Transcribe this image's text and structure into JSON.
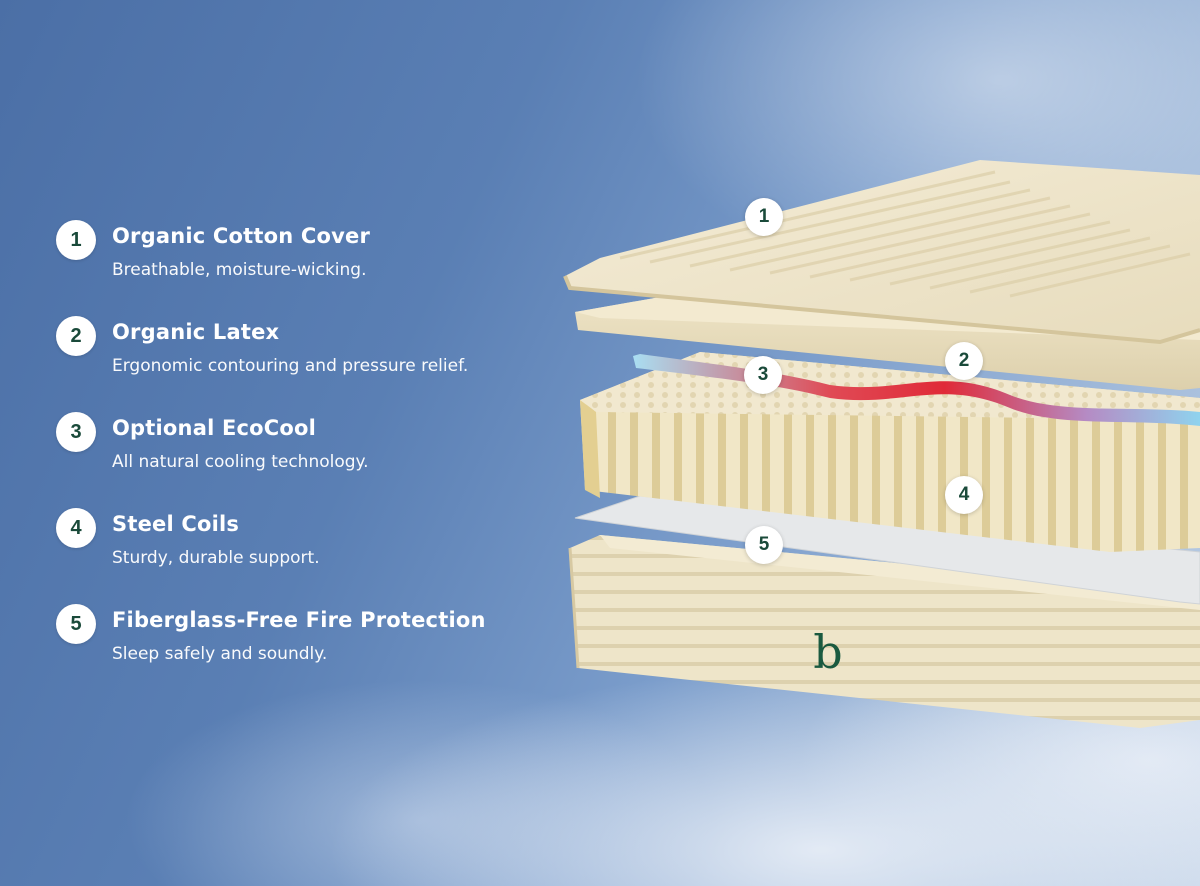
{
  "features": [
    {
      "number": "1",
      "title": "Organic Cotton Cover",
      "description": "Breathable, moisture-wicking."
    },
    {
      "number": "2",
      "title": "Organic Latex",
      "description": "Ergonomic contouring and pressure relief."
    },
    {
      "number": "3",
      "title": "Optional EcoCool",
      "description": "All natural cooling technology."
    },
    {
      "number": "4",
      "title": "Steel Coils",
      "description": "Sturdy, durable support."
    },
    {
      "number": "5",
      "title": "Fiberglass-Free Fire Protection",
      "description": "Sleep safely and soundly."
    }
  ],
  "callouts": [
    "1",
    "2",
    "3",
    "4",
    "5"
  ],
  "logo_letter": "b",
  "colors": {
    "sky": "#5a7fb4",
    "mattress_cream": "#efe6cc",
    "badge_bg": "#ffffff",
    "badge_text": "#1a4a3a",
    "logo_green": "#1a5a40",
    "cooling_blue": "#8fd3ee",
    "cooling_red": "#e0303a"
  }
}
